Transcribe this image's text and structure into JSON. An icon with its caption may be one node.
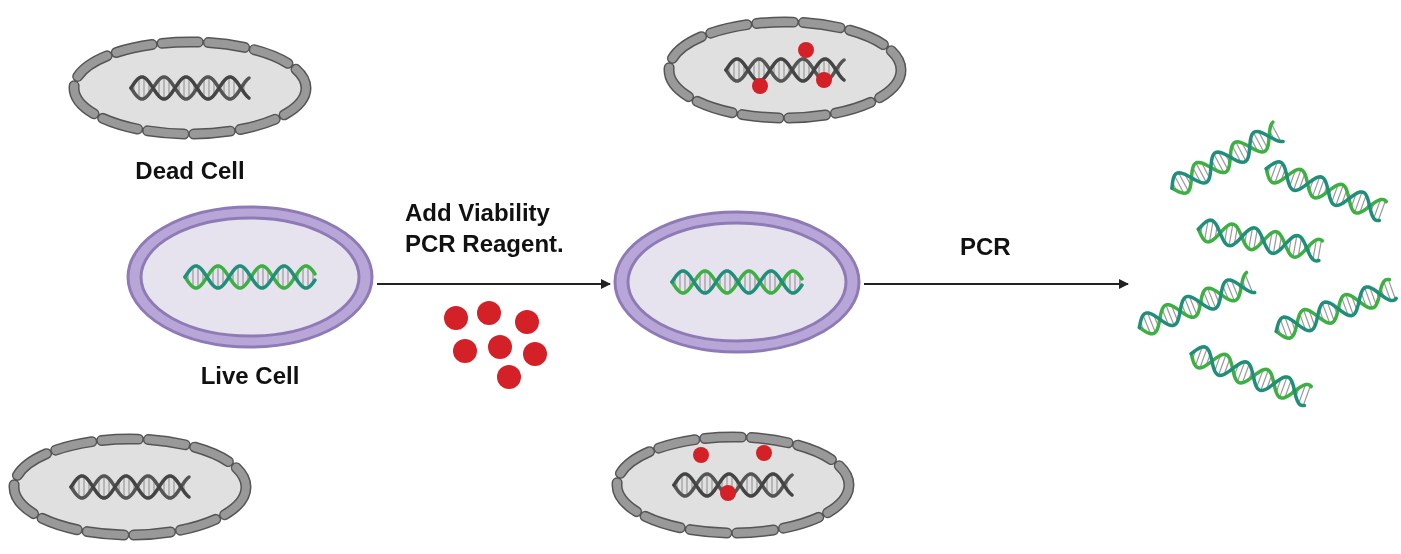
{
  "diagram": {
    "nodes": [
      {
        "text": [
          "Dead Cell"
        ]
      },
      {
        "text": [
          "Live Cell"
        ]
      },
      {
        "text": [],
        "shape": "picture"
      },
      {
        "text": [],
        "shape": "picture"
      },
      {
        "text": [],
        "shape": "picture"
      },
      {
        "text": [],
        "shape": "picture"
      },
      {
        "text": [],
        "shape": "picture"
      }
    ],
    "edges": [
      {
        "from": 1,
        "to": 4,
        "arrow": "to",
        "label": "Add Viability PCR Reagent."
      },
      {
        "from": 4,
        "to": 6,
        "arrow": "to",
        "label": "PCR"
      }
    ]
  }
}
